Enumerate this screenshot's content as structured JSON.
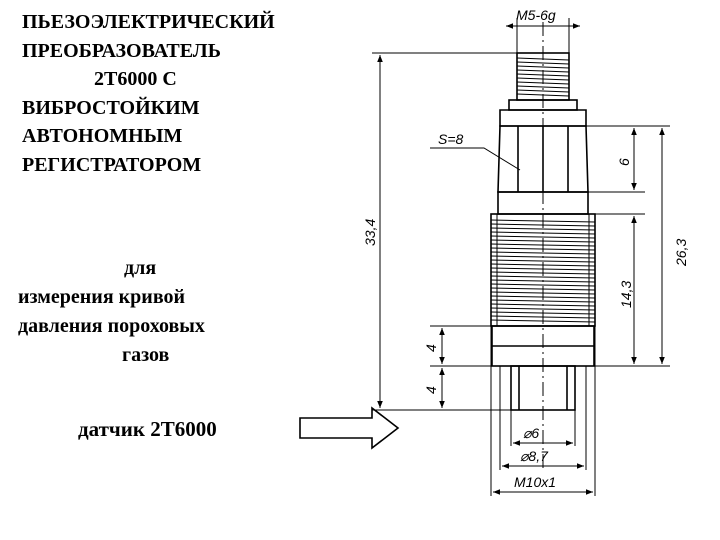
{
  "title": {
    "lines": [
      "ПЬЕЗОЭЛЕКТРИЧЕСКИЙ",
      "ПРЕОБРАЗОВАТЕЛЬ",
      "2Т6000   С",
      "ВИБРОСТОЙКИМ",
      "АВТОНОМНЫМ",
      "РЕГИСТРАТОРОМ"
    ]
  },
  "description": {
    "lines": [
      "для",
      "измерения  кривой",
      "давления  пороховых",
      "газов"
    ]
  },
  "sensor_label": "датчик  2Т6000",
  "drawing": {
    "dim_thread_top": "М5-6g",
    "dim_hex": "S=8",
    "dim_total_height": "33,4",
    "dim_hex_height": "6",
    "dim_upper_height": "26,3",
    "dim_thread_height": "14,3",
    "dim_collar_height": "4",
    "dim_tip_height": "4",
    "dim_tip_diameter": "⌀6",
    "dim_collar_diameter": "⌀8,7",
    "dim_thread_bottom": "М10х1"
  }
}
